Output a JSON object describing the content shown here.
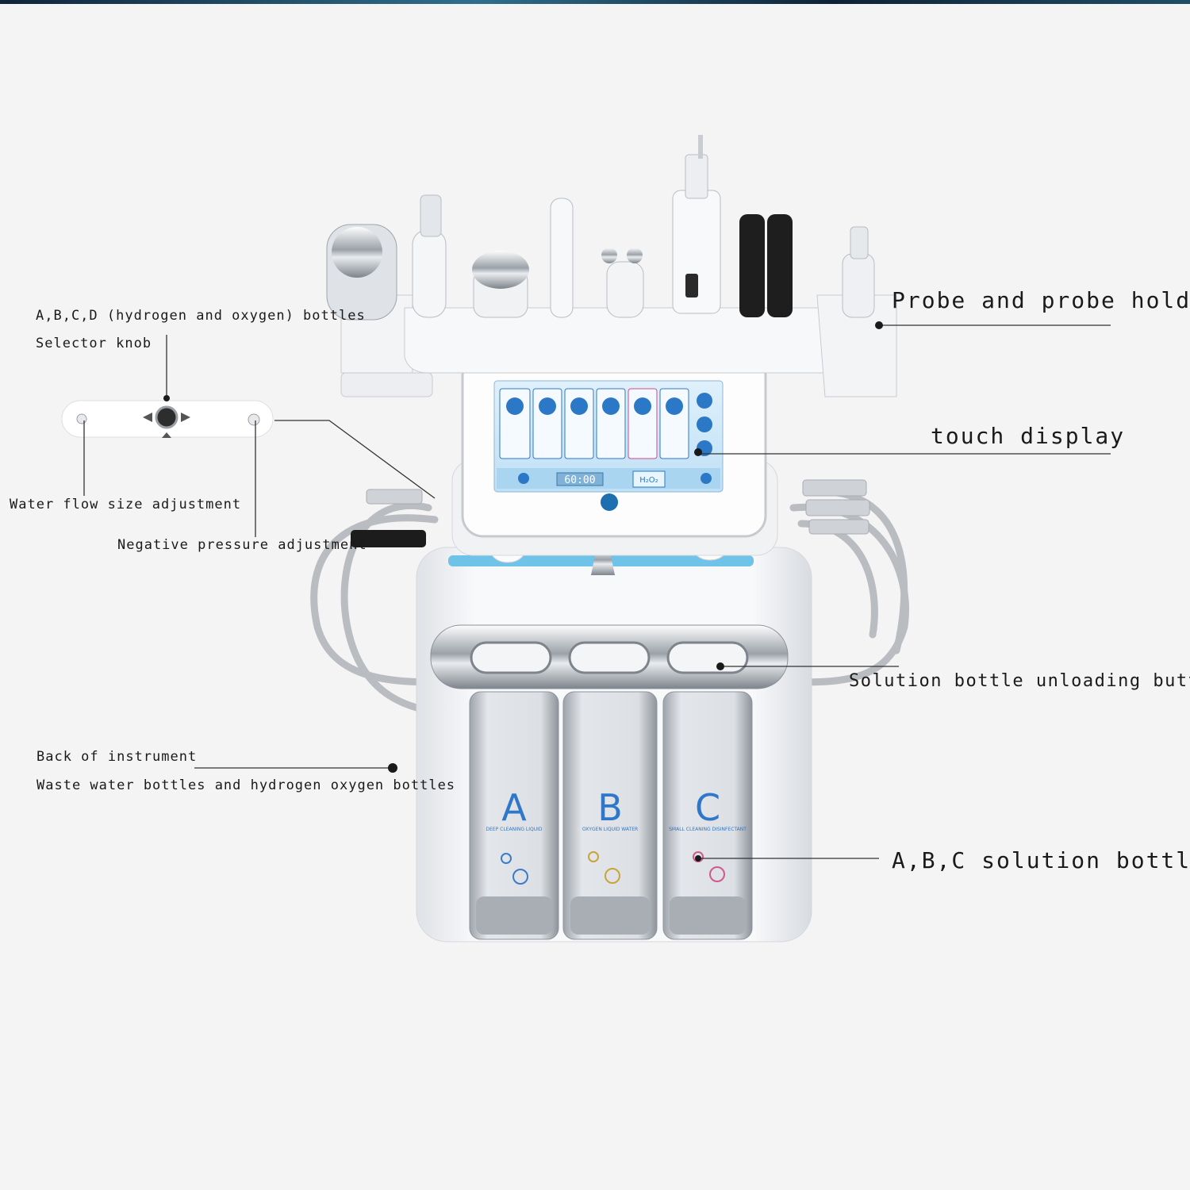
{
  "labels": {
    "bottles_selector_line1": "A,B,C,D (hydrogen and oxygen) bottles",
    "bottles_selector_line2": "Selector knob",
    "water_flow": "Water flow size adjustment",
    "negative_pressure": "Negative pressure adjustment",
    "back_line1": "Back of instrument",
    "back_line2": "Waste water bottles and hydrogen oxygen bottles",
    "probe_holder": "Probe and probe holder",
    "touch_display": "touch display",
    "unloading_button": "Solution bottle unloading button",
    "solution_bottles": "A,B,C solution bottles"
  },
  "screen": {
    "timer": "60:00",
    "mode": "H₂O₂"
  },
  "bottles": [
    {
      "letter": "A",
      "caption": "DEEP CLEANING LIQUID"
    },
    {
      "letter": "B",
      "caption": "OXYGEN LIQUID WATER"
    },
    {
      "letter": "C",
      "caption": "SMALL CLEANING DISINFECTANT"
    }
  ],
  "colors": {
    "machine_body": "#f7f8fa",
    "bottle_letter": "#2f77c9",
    "screen_accent": "#2b78c7",
    "callout_line": "#333333"
  }
}
